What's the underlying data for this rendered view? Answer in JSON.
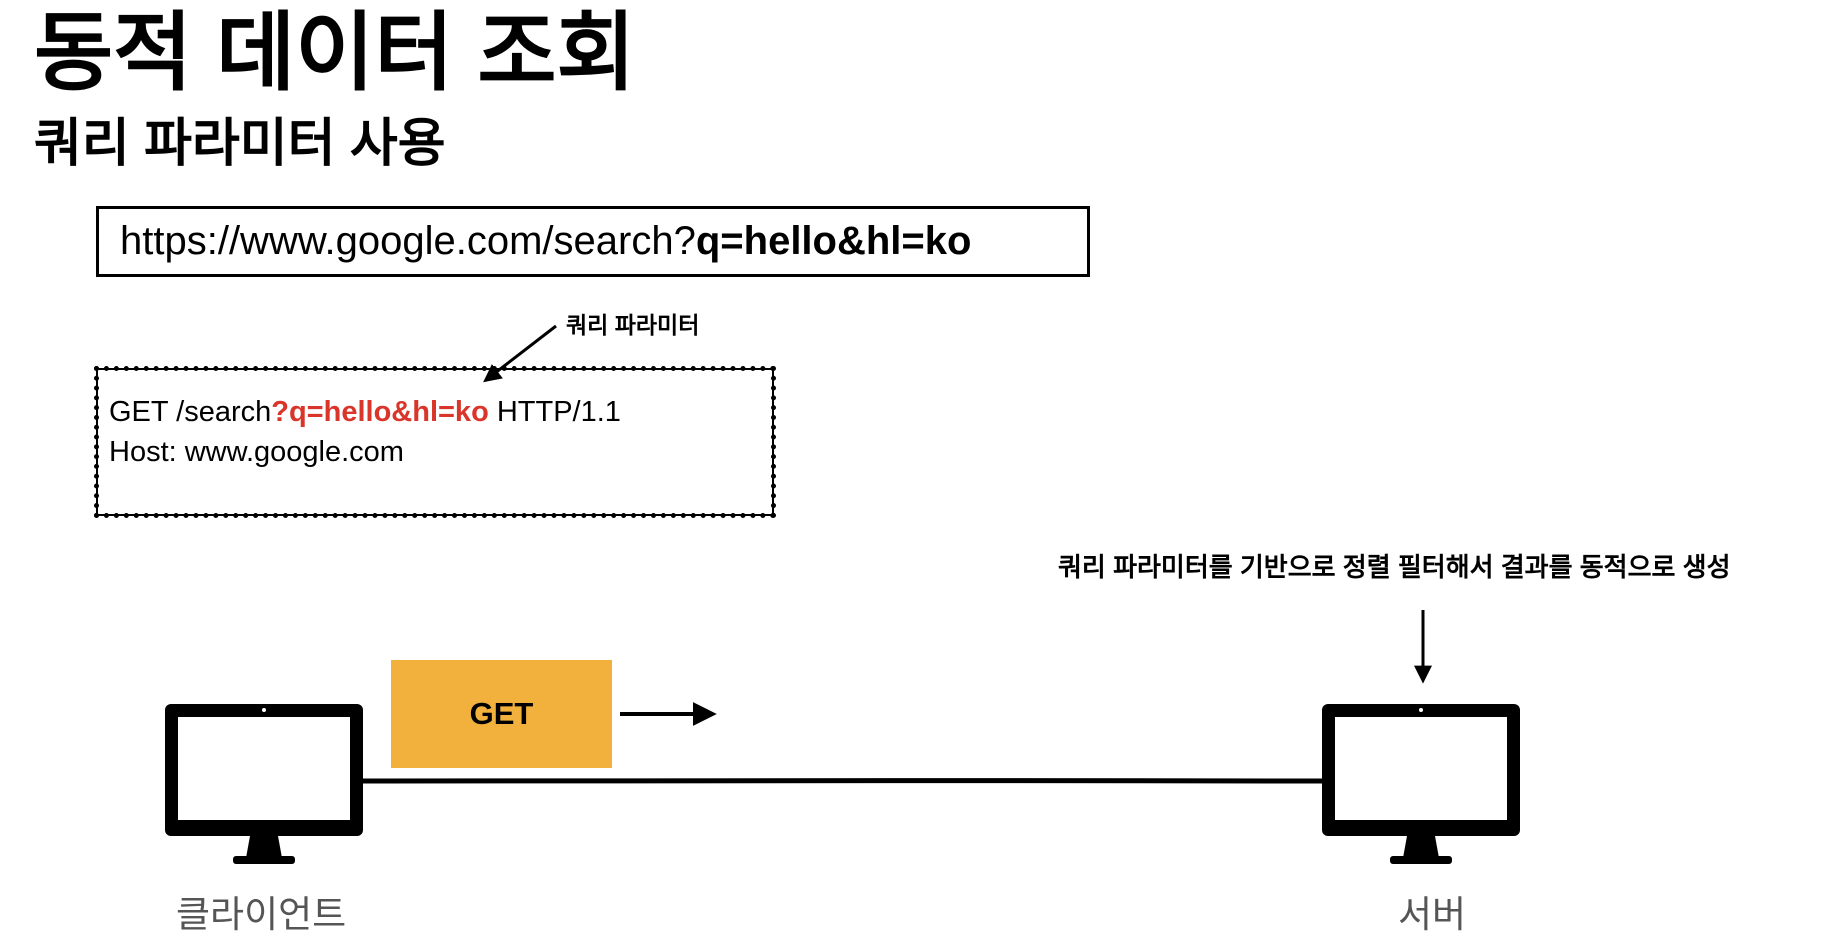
{
  "title": "동적 데이터 조회",
  "subtitle": "쿼리 파라미터 사용",
  "url": {
    "base": "https://www.google.com/search?",
    "query": "q=hello&hl=ko"
  },
  "annotation": "쿼리 파라미터",
  "request": {
    "line1_prefix": "GET /search",
    "line1_query": "?q=hello&hl=ko",
    "line1_suffix": " HTTP/1.1",
    "line2": "Host: www.google.com"
  },
  "server_note": "쿼리 파라미터를 기반으로 정렬 필터해서 결과를 동적으로 생성",
  "method_label": "GET",
  "client_label": "클라이언트",
  "server_label": "서버",
  "colors": {
    "highlight": "#d9352a",
    "method_box": "#f2b03c"
  }
}
